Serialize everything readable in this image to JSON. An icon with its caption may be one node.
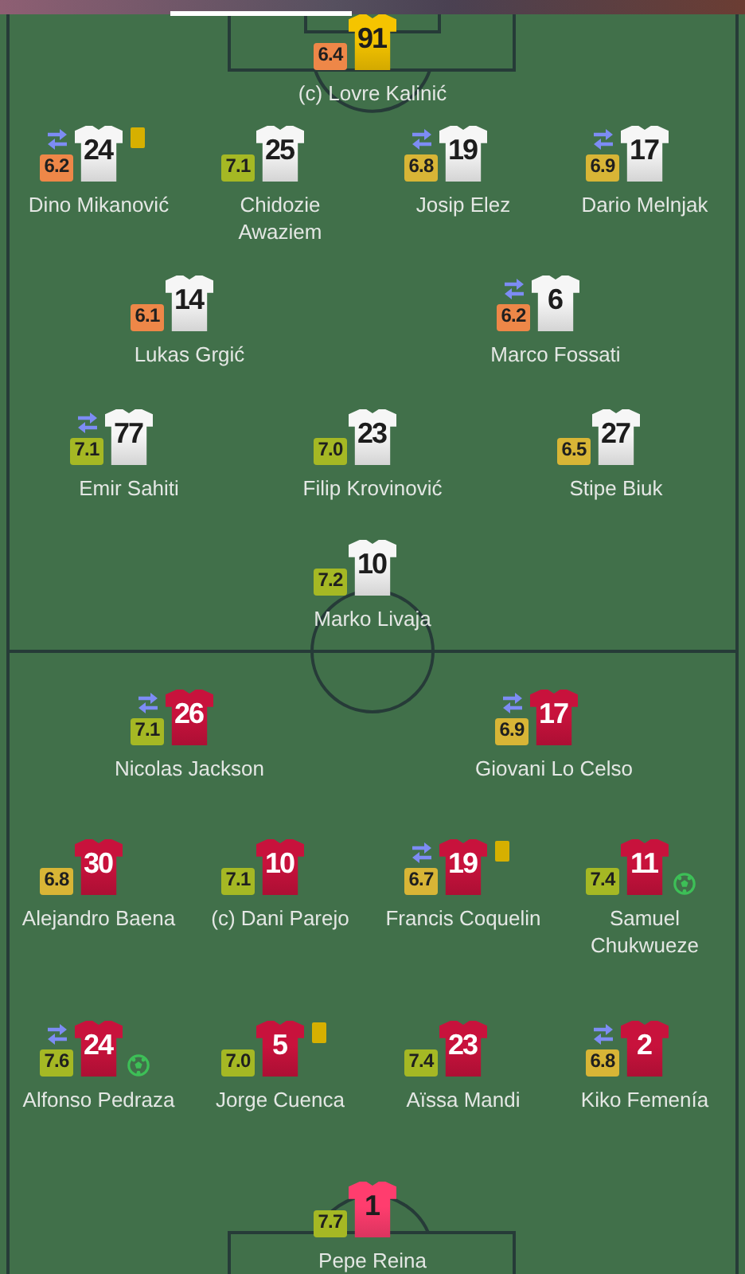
{
  "diagram": {
    "nodes": [
      {
        "text": [
          "6.4"
        ]
      },
      {
        "text": [
          "91"
        ],
        "beside": [
          "(c) Lovre Kalinić"
        ]
      },
      {
        "text": [
          "6.2"
        ]
      },
      {
        "text": [
          "24"
        ],
        "beside": [
          "Dino Mikanović"
        ]
      },
      {
        "text": [
          "7.1"
        ]
      },
      {
        "text": [
          "25"
        ],
        "beside": [
          "Chidozie Awaziem"
        ]
      },
      {
        "text": [
          "6.8"
        ]
      },
      {
        "text": [
          "19"
        ],
        "beside": [
          "Josip Elez"
        ]
      },
      {
        "text": [
          "6.9"
        ]
      },
      {
        "text": [
          "17"
        ],
        "beside": [
          "Dario Melnjak"
        ]
      },
      {
        "text": [
          "6.1"
        ]
      },
      {
        "text": [
          "14"
        ],
        "beside": [
          "Lukas Grgić"
        ]
      },
      {
        "text": [
          "6.2"
        ]
      },
      {
        "text": [
          "6"
        ],
        "beside": [
          "Marco Fossati"
        ]
      },
      {
        "text": [
          "7.1"
        ]
      },
      {
        "text": [
          "77"
        ],
        "beside": [
          "Emir Sahiti"
        ]
      },
      {
        "text": [
          "7.0"
        ]
      },
      {
        "text": [
          "23"
        ],
        "beside": [
          "Filip Krovinović"
        ]
      },
      {
        "text": [
          "6.5"
        ]
      },
      {
        "text": [
          "27"
        ],
        "beside": [
          "Stipe Biuk"
        ]
      },
      {
        "text": [
          "7.2"
        ]
      },
      {
        "text": [
          "10"
        ],
        "beside": [
          "Marko Livaja"
        ]
      },
      {
        "text": [
          "7.1"
        ]
      },
      {
        "text": [
          "26"
        ],
        "beside": [
          "Nicolas Jackson"
        ]
      },
      {
        "text": [
          "6.9"
        ]
      },
      {
        "text": [
          "17"
        ],
        "beside": [
          "Giovani Lo Celso"
        ]
      },
      {
        "text": [
          "6.8"
        ]
      },
      {
        "text": [
          "30"
        ],
        "beside": [
          "Alejandro Baena"
        ]
      },
      {
        "text": [
          "7.1"
        ]
      },
      {
        "text": [
          "10"
        ],
        "beside": [
          "(c) Dani Parejo"
        ]
      },
      {
        "text": [
          "6.7"
        ]
      },
      {
        "text": [
          "19"
        ],
        "beside": [
          "Francis Coquelin"
        ]
      },
      {
        "text": [
          "7.4"
        ]
      },
      {
        "text": [
          "11"
        ],
        "beside": [
          "Samuel Chukwueze"
        ]
      },
      {
        "text": [
          "7.6"
        ]
      },
      {
        "text": [
          "24"
        ],
        "beside": [
          "Alfonso Pedraza"
        ]
      },
      {
        "text": [
          "7.0"
        ]
      },
      {
        "text": [
          "5"
        ],
        "beside": [
          "Jorge Cuenca"
        ]
      },
      {
        "text": [
          "7.4"
        ]
      },
      {
        "text": [
          "23"
        ],
        "beside": [
          "Aïssa Mandi"
        ]
      },
      {
        "text": [
          "6.8"
        ]
      },
      {
        "text": [
          "2"
        ],
        "beside": [
          "Kiko Femenía"
        ]
      },
      {
        "text": [
          "7.7"
        ]
      },
      {
        "text": [
          "1"
        ],
        "beside": [
          "Pepe Reina"
        ]
      }
    ]
  }
}
